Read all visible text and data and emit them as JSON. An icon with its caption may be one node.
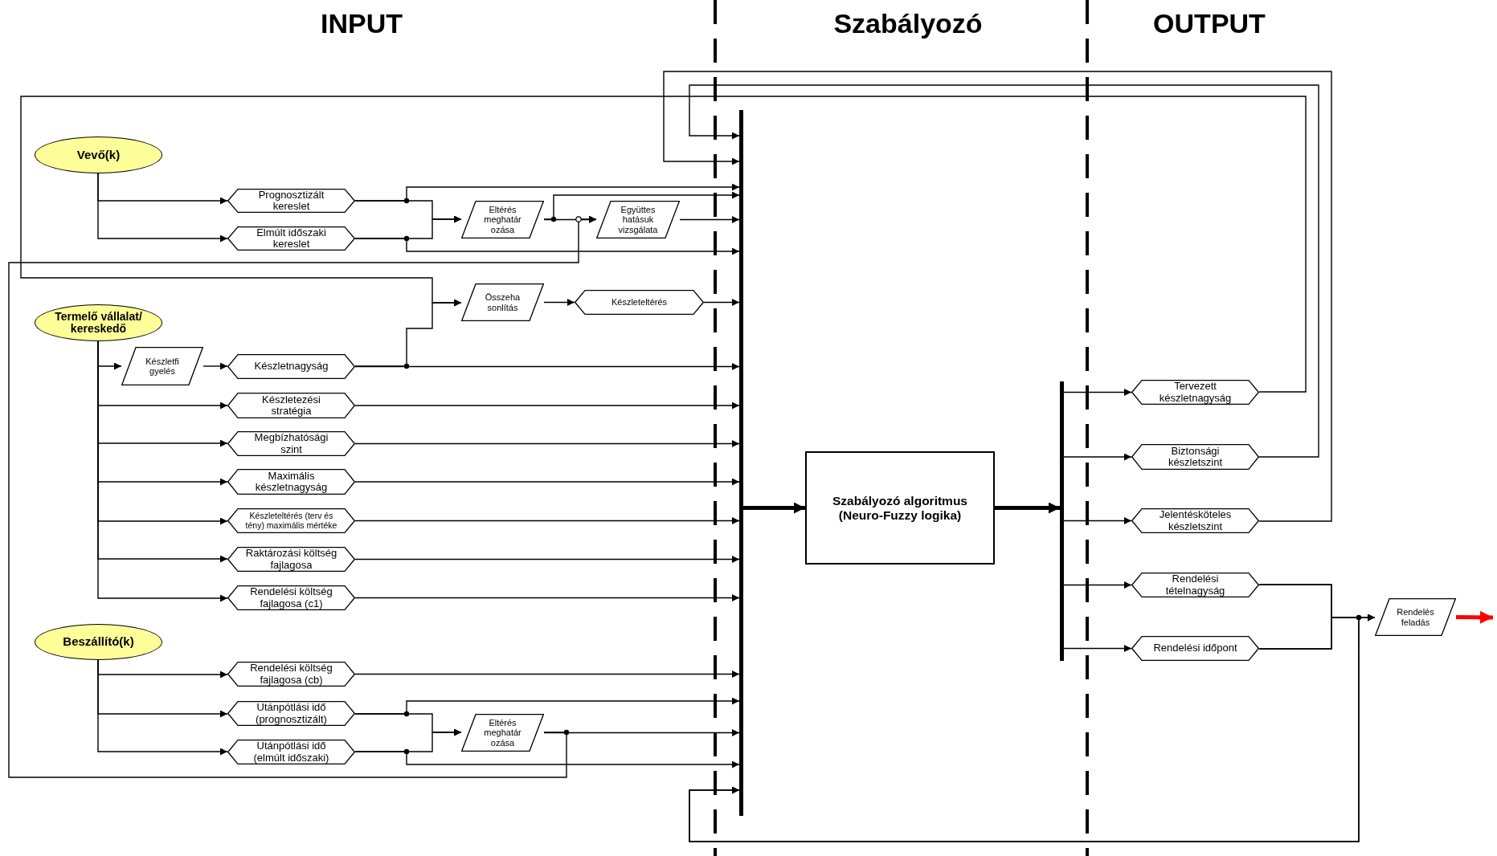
{
  "diagram": {
    "nodes": [
      {
        "text": [
          "Vevő(k)"
        ]
      },
      {
        "text": [
          "Prognosztizált kereslet"
        ]
      },
      {
        "text": [
          "Elmúlt időszaki kereslet"
        ]
      },
      {
        "text": [
          "Eltérés meghatár ozása"
        ]
      },
      {
        "text": [
          "Együttes hatásuk vizsgálata"
        ]
      },
      {
        "text": [
          "Termelő vállalat/ kereskedő"
        ]
      },
      {
        "text": [
          "Összeha sonlítás"
        ]
      },
      {
        "text": [
          "Készleteltérés"
        ]
      },
      {
        "text": [
          "Készletfi gyelés"
        ]
      },
      {
        "text": [
          "Készletnagyság"
        ]
      },
      {
        "text": [
          "Készletezési stratégia"
        ]
      },
      {
        "text": [
          "Megbízhatósági szint"
        ]
      },
      {
        "text": [
          "Maximális készletnagyság"
        ]
      },
      {
        "text": [
          "Készleteltérés (terv és tény) maximális mértéke"
        ]
      },
      {
        "text": [
          "Raktározási költség fajlagosa"
        ]
      },
      {
        "text": [
          "Rendelési költség fajlagosa (c1)"
        ]
      },
      {
        "text": [
          "Beszállító(k)"
        ]
      },
      {
        "text": [
          "Rendelési költség fajlagosa (cb)"
        ]
      },
      {
        "text": [
          "Utánpótlási idő (prognosztizált)"
        ]
      },
      {
        "text": [
          "Utánpótlási idő (elmúlt időszaki)"
        ]
      },
      {
        "text": [
          "Eltérés meghatár ozása"
        ]
      },
      {
        "text": [],
        "shape": "bar"
      },
      {
        "text": [
          "Szabályozó algoritmus (Neuro-Fuzzy logika)"
        ]
      },
      {
        "text": [],
        "shape": "bar"
      },
      {
        "text": [
          "Tervezett készletnagyság"
        ]
      },
      {
        "text": [
          "Biztonsági készletszint"
        ]
      },
      {
        "text": [
          "Jelentésköteles készletszint"
        ]
      },
      {
        "text": [
          "Rendelési tételnagyság"
        ]
      },
      {
        "text": [
          "Rendelési időpont"
        ]
      },
      {
        "text": [
          "Rendelés feladás"
        ]
      }
    ],
    "edges": [
      {
        "from": 0,
        "to": 1,
        "arrow": "to"
      },
      {
        "from": 0,
        "to": 2,
        "arrow": "to"
      },
      {
        "from": 1,
        "to": 21,
        "arrow": "to"
      },
      {
        "from": 1,
        "to": 3,
        "arrow": "to"
      },
      {
        "from": 2,
        "to": 3,
        "arrow": "to"
      },
      {
        "from": 2,
        "to": 21,
        "arrow": "to"
      },
      {
        "from": 3,
        "to": 4,
        "arrow": "to"
      },
      {
        "from": 3,
        "to": 21,
        "arrow": "to"
      },
      {
        "from": 4,
        "to": 21,
        "arrow": "to"
      },
      {
        "from": 20,
        "to": 4,
        "arrow": "to"
      },
      {
        "from": 24,
        "to": 6,
        "arrow": "to"
      },
      {
        "from": 9,
        "to": 6,
        "arrow": "to"
      },
      {
        "from": 6,
        "to": 7,
        "arrow": "to"
      },
      {
        "from": 7,
        "to": 21,
        "arrow": "to"
      },
      {
        "from": 5,
        "to": 8,
        "arrow": "to"
      },
      {
        "from": 8,
        "to": 9,
        "arrow": "to"
      },
      {
        "from": 9,
        "to": 21,
        "arrow": "to"
      },
      {
        "from": 5,
        "to": 10,
        "arrow": "to"
      },
      {
        "from": 5,
        "to": 11,
        "arrow": "to"
      },
      {
        "from": 5,
        "to": 12,
        "arrow": "to"
      },
      {
        "from": 5,
        "to": 13,
        "arrow": "to"
      },
      {
        "from": 5,
        "to": 14,
        "arrow": "to"
      },
      {
        "from": 5,
        "to": 15,
        "arrow": "to"
      },
      {
        "from": 10,
        "to": 21,
        "arrow": "to"
      },
      {
        "from": 11,
        "to": 21,
        "arrow": "to"
      },
      {
        "from": 12,
        "to": 21,
        "arrow": "to"
      },
      {
        "from": 13,
        "to": 21,
        "arrow": "to"
      },
      {
        "from": 14,
        "to": 21,
        "arrow": "to"
      },
      {
        "from": 15,
        "to": 21,
        "arrow": "to"
      },
      {
        "from": 16,
        "to": 17,
        "arrow": "to"
      },
      {
        "from": 16,
        "to": 18,
        "arrow": "to"
      },
      {
        "from": 16,
        "to": 19,
        "arrow": "to"
      },
      {
        "from": 17,
        "to": 21,
        "arrow": "to"
      },
      {
        "from": 18,
        "to": 21,
        "arrow": "to"
      },
      {
        "from": 18,
        "to": 20,
        "arrow": "to"
      },
      {
        "from": 19,
        "to": 20,
        "arrow": "to"
      },
      {
        "from": 19,
        "to": 21,
        "arrow": "to"
      },
      {
        "from": 20,
        "to": 21,
        "arrow": "to"
      },
      {
        "from": 21,
        "to": 22,
        "arrow": "to",
        "style": "thick"
      },
      {
        "from": 22,
        "to": 23,
        "arrow": "to",
        "style": "thick"
      },
      {
        "from": 23,
        "to": 24,
        "arrow": "to"
      },
      {
        "from": 23,
        "to": 25,
        "arrow": "to"
      },
      {
        "from": 23,
        "to": 26,
        "arrow": "to"
      },
      {
        "from": 23,
        "to": 27,
        "arrow": "to"
      },
      {
        "from": 23,
        "to": 28,
        "arrow": "to"
      },
      {
        "from": 26,
        "to": 21,
        "arrow": "to"
      },
      {
        "from": 25,
        "to": 21,
        "arrow": "to"
      },
      {
        "from": 27,
        "to": 29,
        "arrow": "to"
      },
      {
        "from": 28,
        "to": 29,
        "arrow": "to"
      },
      {
        "from": 27,
        "to": 21,
        "arrow": "to"
      },
      {
        "from": 28,
        "to": 21,
        "arrow": "to"
      },
      {
        "from": 29,
        "to": null,
        "arrow": "to",
        "style": "thick",
        "color": "#ff0000"
      }
    ],
    "labels": [
      "INPUT",
      "Szabályozó",
      "OUTPUT"
    ]
  }
}
